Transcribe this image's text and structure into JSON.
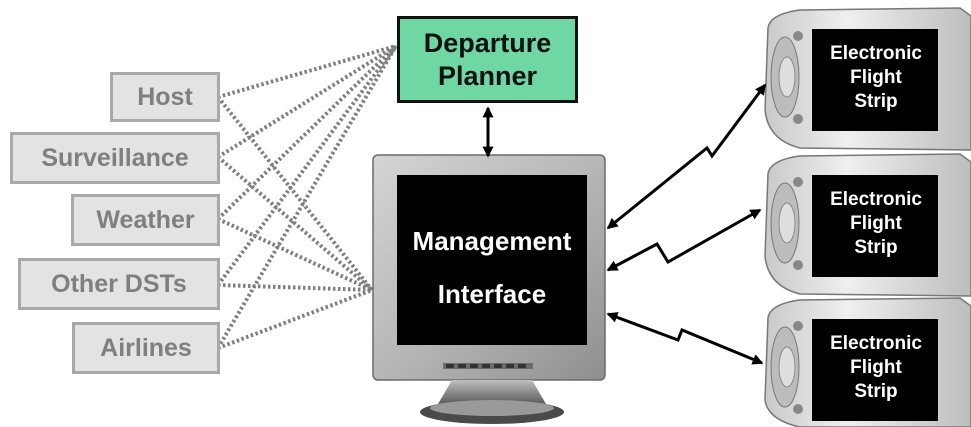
{
  "sources": [
    "Host",
    "Surveillance",
    "Weather",
    "Other DSTs",
    "Airlines"
  ],
  "planner": {
    "line1": "Departure",
    "line2": "Planner"
  },
  "monitor": {
    "line1": "Management",
    "line2": "Interface"
  },
  "pda": {
    "line1": "Electronic",
    "line2": "Flight",
    "line3": "Strip"
  },
  "colors": {
    "planner_fill": "#6fd7a4",
    "source_fill": "#e3e3e3",
    "source_text": "#7f7f7f",
    "screen": "#000000"
  }
}
